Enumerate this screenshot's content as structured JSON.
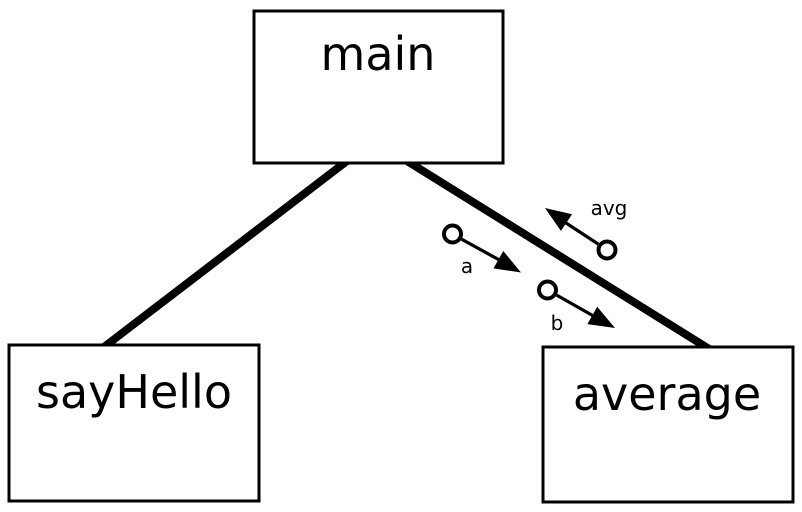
{
  "diagram": {
    "kind": "structure-chart",
    "colors": {
      "background": "#ffffff",
      "stroke": "#000000",
      "box_fill": "#ffffff"
    },
    "modules": [
      {
        "label": "main"
      },
      {
        "label": "sayHello"
      },
      {
        "label": "average"
      }
    ],
    "calls": [
      {
        "from": "main",
        "to": "sayHello"
      },
      {
        "from": "main",
        "to": "average"
      }
    ],
    "data_flows": [
      {
        "label": "a",
        "from": "main",
        "to": "average"
      },
      {
        "label": "b",
        "from": "main",
        "to": "average"
      },
      {
        "label": "avg",
        "from": "average",
        "to": "main"
      }
    ]
  }
}
